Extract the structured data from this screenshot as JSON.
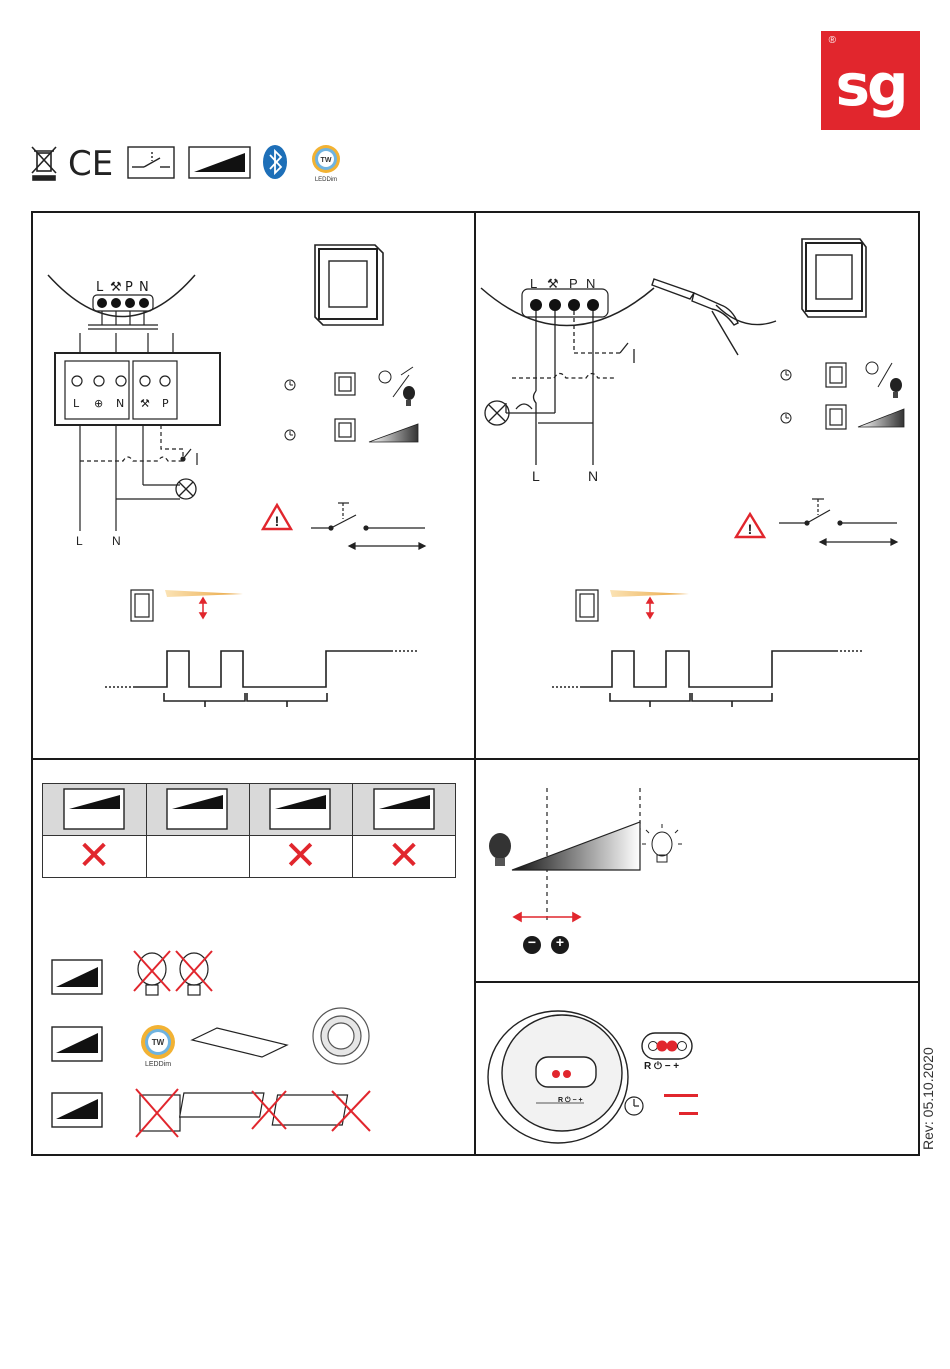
{
  "brand": {
    "logo_text": "sg",
    "registered_mark": "®"
  },
  "header_icons": {
    "weee": "crossed-bin-icon",
    "ce": "CE",
    "switch": "switch-symbol-icon",
    "dimmer": "dimmer-ramp-icon",
    "bluetooth": "bluetooth-icon",
    "tw_badge": "TW",
    "tw_caption": "LEDDim"
  },
  "terminals": {
    "labels": [
      "L",
      "⚒",
      "P",
      "N"
    ],
    "block_labels": [
      "L",
      "⊕",
      "N",
      "⚒",
      "P"
    ]
  },
  "wiring_left": {
    "line_label": "L",
    "neutral_label": "N"
  },
  "wiring_right": {
    "line_label": "L",
    "neutral_label": "N"
  },
  "compat": {
    "marks": [
      "✕",
      "",
      "✕",
      "✕"
    ],
    "tw_badge": "TW",
    "tw_caption": "LEDDim"
  },
  "setting": {
    "minus": "−",
    "plus": "+"
  },
  "module": {
    "buttons_label": "R ⏻ − +"
  },
  "colors": {
    "brand_red": "#e1262d",
    "warning_red": "#e1262d",
    "amber": "#e8a33c"
  },
  "revision": "Rev: 05.10.2020"
}
